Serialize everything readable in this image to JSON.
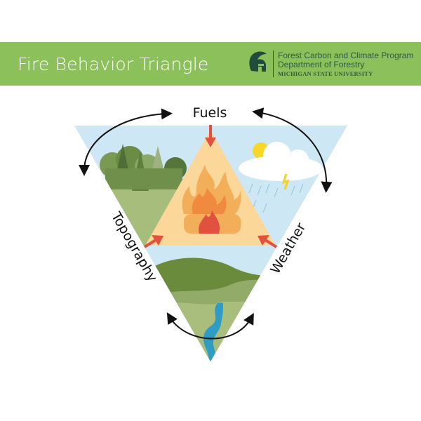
{
  "header": {
    "title": "Fire Behavior Triangle",
    "org_line1": "Forest Carbon and Climate Program",
    "org_line2": "Department of Forestry",
    "org_line3": "MICHIGAN STATE UNIVERSITY",
    "logo": "spartan-helmet-logo"
  },
  "diagram": {
    "labels": {
      "fuels": "Fuels",
      "topography": "Topography",
      "weather": "Weather"
    },
    "colors": {
      "header_green": "#8cc05a",
      "sky": "#cde8f4",
      "fire_triangle": "#fcd79a",
      "arrow_red": "#e0523f",
      "hill_dark": "#6a8a3c",
      "hill_light": "#a9bd7d",
      "river": "#2f9cc4"
    }
  }
}
